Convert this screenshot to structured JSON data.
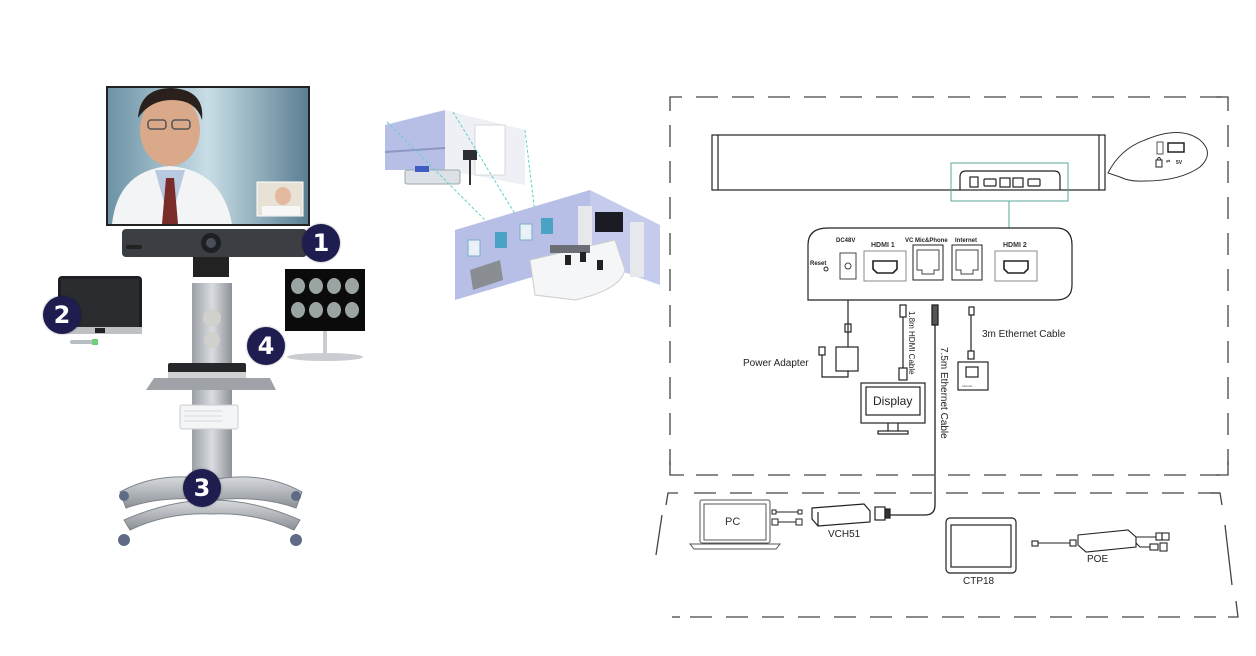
{
  "left_panel": {
    "badges": [
      "1",
      "2",
      "3",
      "4"
    ],
    "components": [
      {
        "id": "1",
        "name": "video-bar"
      },
      {
        "id": "2",
        "name": "touch-panel"
      },
      {
        "id": "3",
        "name": "mobile-cart"
      },
      {
        "id": "4",
        "name": "medical-monitor"
      }
    ]
  },
  "diagram": {
    "ports": {
      "reset": "Reset",
      "dc": "DC48V",
      "hdmi1": "HDMI 1",
      "vc_mic": "VC Mic&Phone",
      "internet": "Internet",
      "hdmi2": "HDMI 2"
    },
    "side_callout": {
      "usb_label": "5V",
      "icons": [
        "lock-icon",
        "usb-icon"
      ]
    },
    "cables": {
      "power_adapter": "Power Adapter",
      "hdmi_cable": "1.8m HDMI Cable",
      "ethernet_long": "7.5m Ethernet Cable",
      "ethernet_short": "3m Ethernet Cable",
      "internet_jack": "Internet"
    },
    "devices": {
      "display": "Display",
      "pc": "PC",
      "vch51": "VCH51",
      "ctp18": "CTP18",
      "poe": "POE"
    }
  },
  "colors": {
    "badge": "#1f1c4f",
    "callout_box": "#5aa89a",
    "line": "#333333",
    "wall": "#b8bfe6"
  }
}
